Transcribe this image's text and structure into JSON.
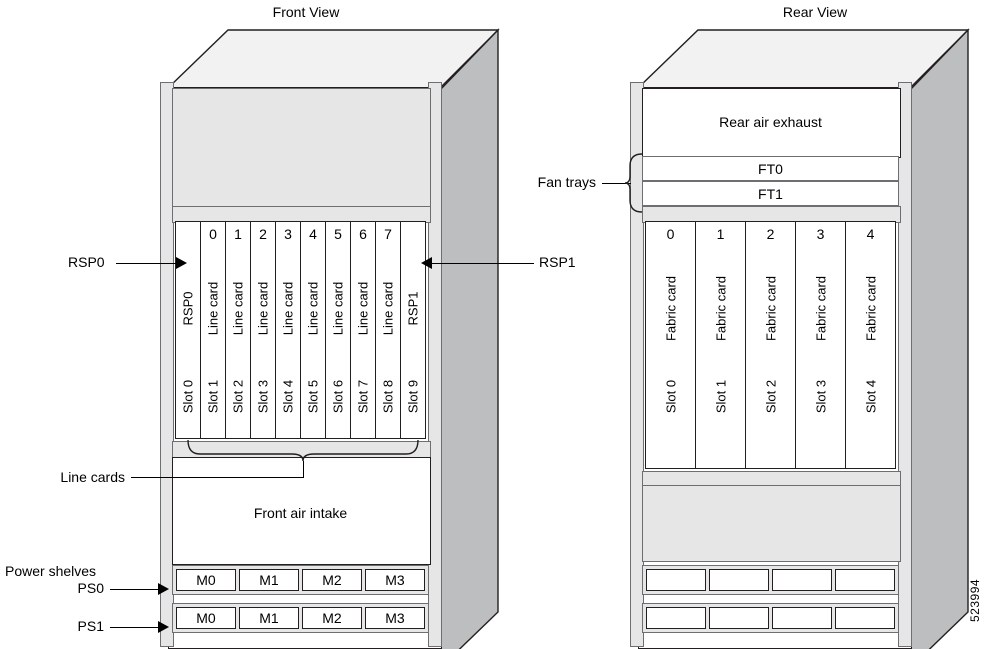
{
  "figure": {
    "number": "523994"
  },
  "views": [
    {
      "id": "front",
      "title": "Front View"
    },
    {
      "id": "rear",
      "title": "Rear View"
    }
  ],
  "front": {
    "title": "Front View",
    "air_label": "Front air intake",
    "slot_numbers": [
      "0",
      "1",
      "2",
      "3",
      "4",
      "5",
      "6",
      "7"
    ],
    "slots": [
      {
        "slot": "Slot 0",
        "card": "RSP0",
        "number": ""
      },
      {
        "slot": "Slot 1",
        "card": "Line card",
        "number": "0"
      },
      {
        "slot": "Slot 2",
        "card": "Line card",
        "number": "1"
      },
      {
        "slot": "Slot 3",
        "card": "Line card",
        "number": "2"
      },
      {
        "slot": "Slot 4",
        "card": "Line card",
        "number": "3"
      },
      {
        "slot": "Slot 5",
        "card": "Line card",
        "number": "4"
      },
      {
        "slot": "Slot 6",
        "card": "Line card",
        "number": "5"
      },
      {
        "slot": "Slot 7",
        "card": "Line card",
        "number": "6"
      },
      {
        "slot": "Slot 8",
        "card": "Line card",
        "number": "7"
      },
      {
        "slot": "Slot 9",
        "card": "RSP1",
        "number": ""
      }
    ],
    "callouts": {
      "rsp0": "RSP0",
      "rsp1": "RSP1",
      "line_cards": "Line cards",
      "power_shelves": "Power shelves",
      "ps0": "PS0",
      "ps1": "PS1"
    },
    "power_shelves": [
      {
        "name": "PS0",
        "modules": [
          "M0",
          "M1",
          "M2",
          "M3"
        ]
      },
      {
        "name": "PS1",
        "modules": [
          "M0",
          "M1",
          "M2",
          "M3"
        ]
      }
    ]
  },
  "rear": {
    "title": "Rear View",
    "air_label": "Rear air exhaust",
    "fan_trays_label": "Fan trays",
    "fan_trays": [
      "FT0",
      "FT1"
    ],
    "slot_numbers": [
      "0",
      "1",
      "2",
      "3",
      "4"
    ],
    "slots": [
      {
        "slot": "Slot 0",
        "card": "Fabric card",
        "number": "0"
      },
      {
        "slot": "Slot 1",
        "card": "Fabric card",
        "number": "1"
      },
      {
        "slot": "Slot 2",
        "card": "Fabric card",
        "number": "2"
      },
      {
        "slot": "Slot 3",
        "card": "Fabric card",
        "number": "3"
      },
      {
        "slot": "Slot 4",
        "card": "Fabric card",
        "number": "4"
      }
    ],
    "power_shelves": [
      {
        "modules": [
          "",
          "",
          "",
          ""
        ]
      },
      {
        "modules": [
          "",
          "",
          "",
          ""
        ]
      }
    ]
  },
  "colors": {
    "outline": "#231f20",
    "panel_grey": "#e6e6e6",
    "side_face": "#bcbec0",
    "top_face": "#f2f2f2",
    "rail": "#e6e6e6"
  }
}
